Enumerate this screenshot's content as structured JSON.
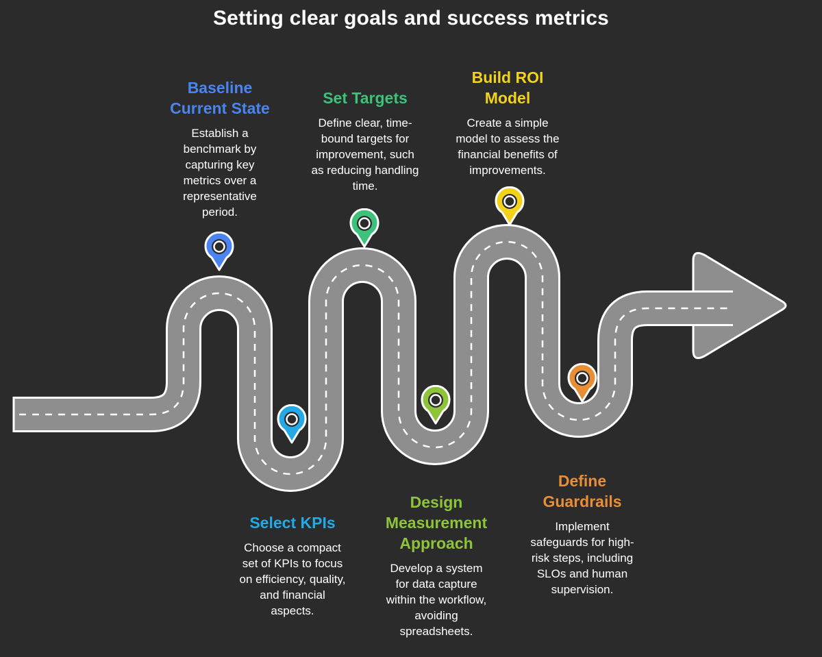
{
  "title": "Setting clear goals and success metrics",
  "colors": {
    "background": "#2b2b2b",
    "road": "#8e8e8e",
    "road_edge": "#ffffff",
    "lane": "#ffffff"
  },
  "steps": [
    {
      "id": "baseline",
      "title_lines": [
        "Baseline",
        "Current State"
      ],
      "desc_lines": [
        "Establish a",
        "benchmark by",
        "capturing key",
        "metrics over a",
        "representative",
        "period."
      ],
      "color": "#4a84f0",
      "marker_icon": "map-pin-icon"
    },
    {
      "id": "kpis",
      "title_lines": [
        "Select KPIs"
      ],
      "desc_lines": [
        "Choose a compact",
        "set of KPIs to focus",
        "on efficiency, quality,",
        "and financial",
        "aspects."
      ],
      "color": "#22a9e6",
      "marker_icon": "map-pin-icon"
    },
    {
      "id": "targets",
      "title_lines": [
        "Set Targets"
      ],
      "desc_lines": [
        "Define clear, time-",
        "bound targets for",
        "improvement, such",
        "as reducing handling",
        "time."
      ],
      "color": "#3cc27a",
      "marker_icon": "map-pin-icon"
    },
    {
      "id": "measurement",
      "title_lines": [
        "Design",
        "Measurement",
        "Approach"
      ],
      "desc_lines": [
        "Develop a system",
        "for data capture",
        "within the workflow,",
        "avoiding",
        "spreadsheets."
      ],
      "color": "#8dc43a",
      "marker_icon": "map-pin-icon"
    },
    {
      "id": "roi",
      "title_lines": [
        "Build ROI",
        "Model"
      ],
      "desc_lines": [
        "Create a simple",
        "model to assess the",
        "financial benefits of",
        "improvements."
      ],
      "color": "#f2d21b",
      "marker_icon": "map-pin-icon"
    },
    {
      "id": "guardrails",
      "title_lines": [
        "Define",
        "Guardrails"
      ],
      "desc_lines": [
        "Implement",
        "safeguards for high-",
        "risk steps, including",
        "SLOs and human",
        "supervision."
      ],
      "color": "#e88f36",
      "marker_icon": "map-pin-icon"
    }
  ]
}
